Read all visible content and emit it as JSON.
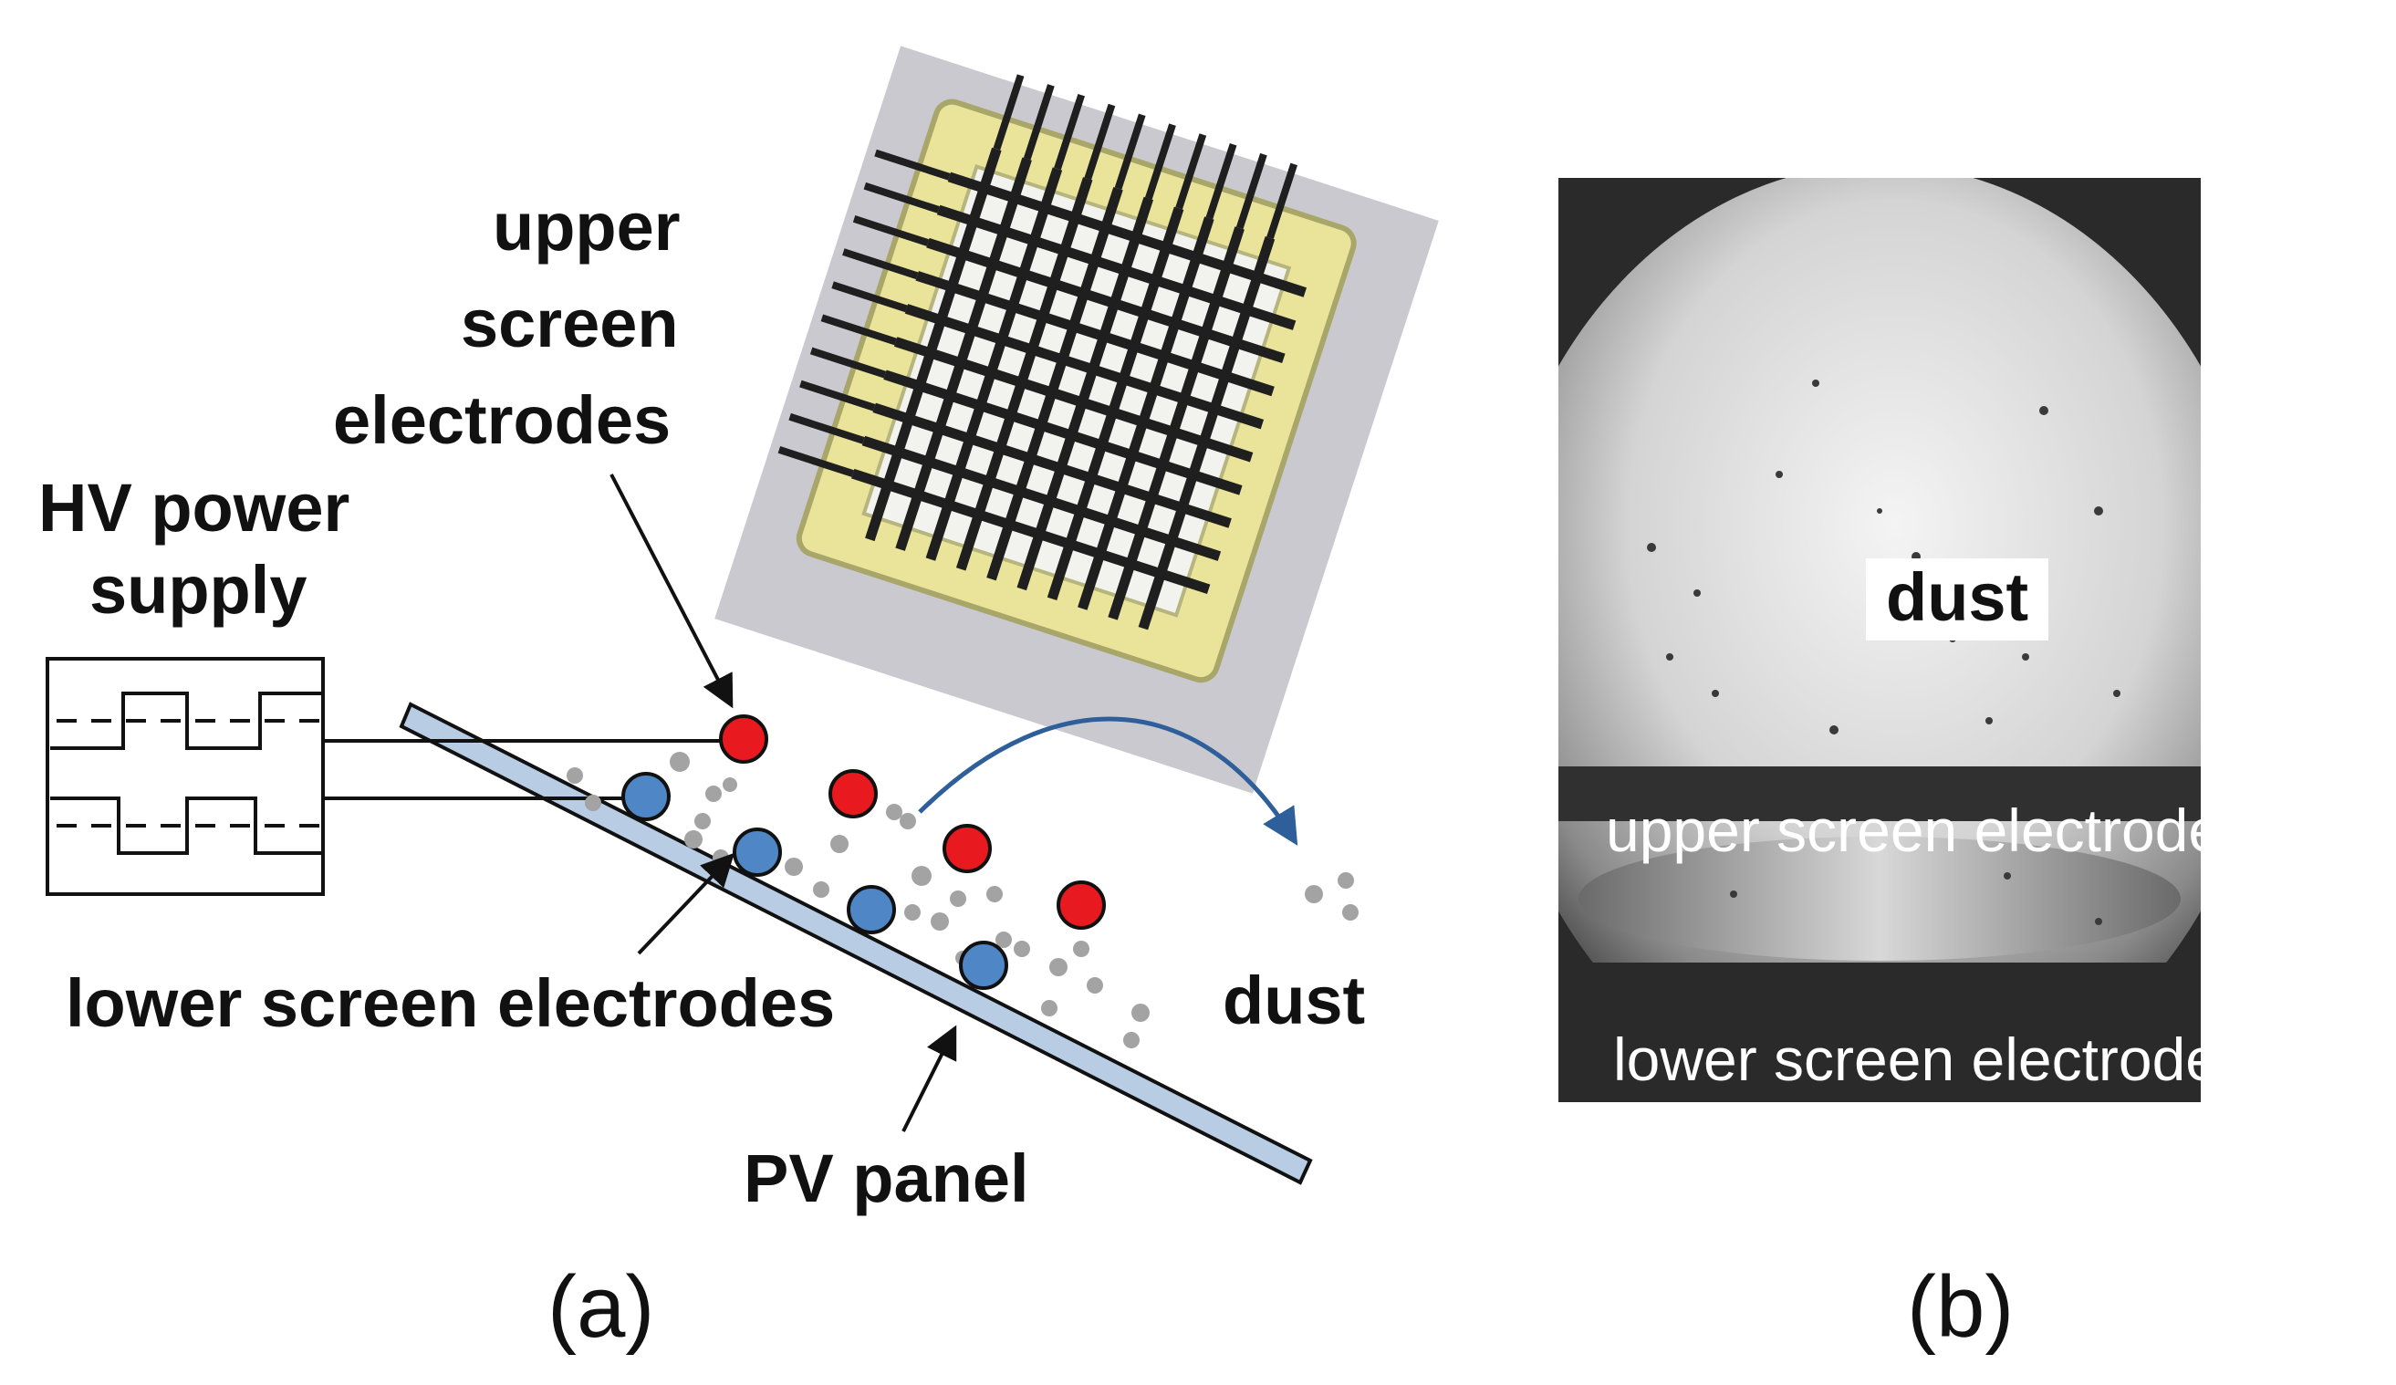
{
  "panel_a": {
    "caption": "(a)",
    "labels": {
      "hv_line1": "HV power",
      "hv_line2": "supply",
      "upper_line1": "upper",
      "upper_line2": "screen",
      "upper_line3": "electrodes",
      "lower": "lower screen electrodes",
      "dust": "dust",
      "pv_panel": "PV panel"
    }
  },
  "panel_b": {
    "caption": "(b)",
    "labels": {
      "dust": "dust",
      "upper": "upper screen electrodes",
      "lower": "lower screen electrodes"
    }
  },
  "colors": {
    "upper_electrode": "#e8191f",
    "lower_electrode": "#4f86c6",
    "pv_panel_fill": "#b8cce4",
    "dust_particle": "#a3a3a3",
    "arrow_curve": "#2f5f9a",
    "photo_background": "#2a2a2a",
    "electrode_mesh_frame": "#e9e49a"
  },
  "icons": {
    "waveform": "square-wave-icon",
    "arrow": "pointer-arrow-icon"
  }
}
